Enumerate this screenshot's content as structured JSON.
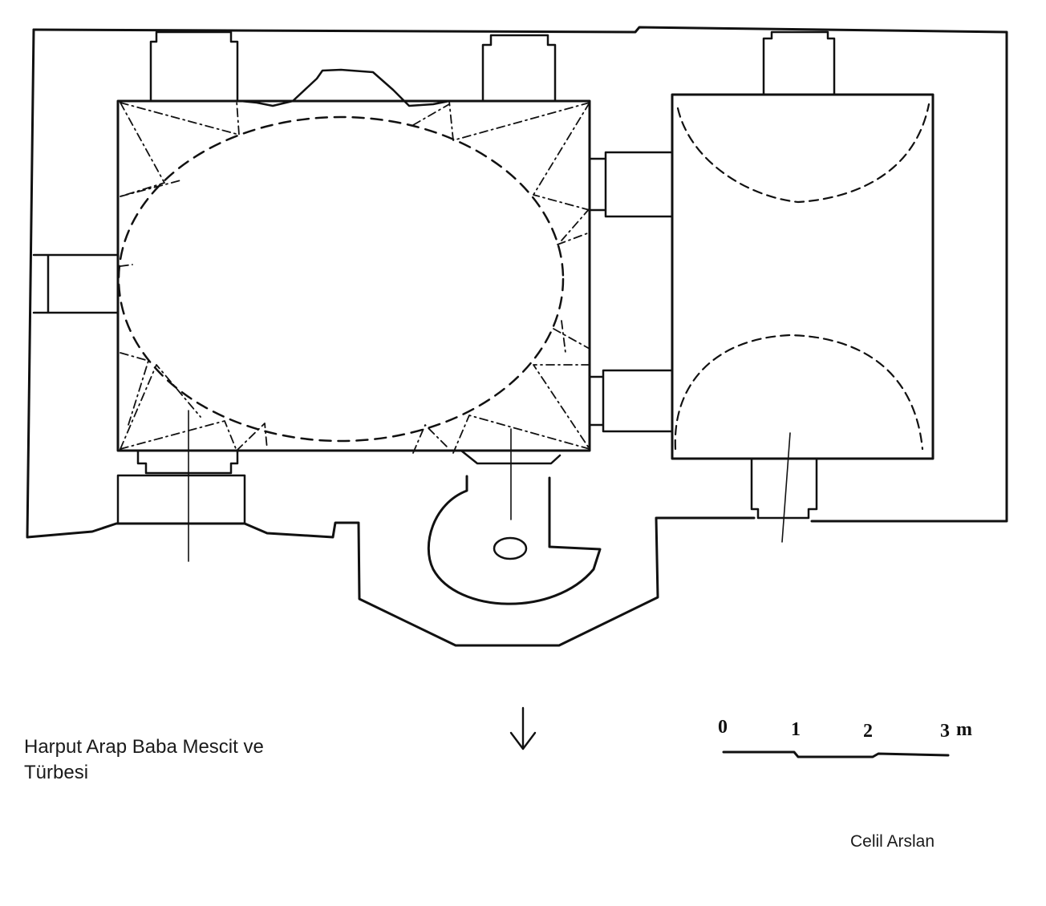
{
  "caption": {
    "line1": "Harput Arap Baba Mescit ve",
    "line2": "Türbesi"
  },
  "credit": "Celil Arslan",
  "scale_bar": {
    "ticks": [
      "0",
      "1",
      "2",
      "3"
    ],
    "unit": "m"
  },
  "colors": {
    "ink": "#111111",
    "paper": "#ffffff"
  },
  "icons": {
    "north_arrow": "arrow-down-icon"
  }
}
